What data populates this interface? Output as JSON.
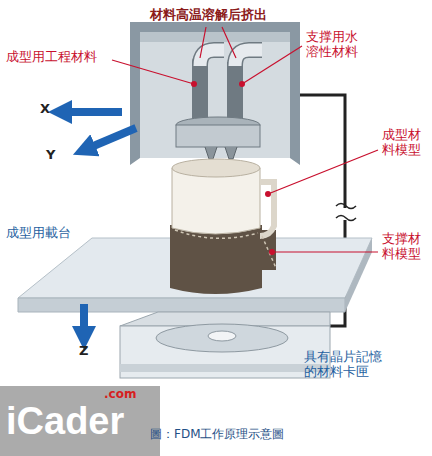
{
  "diagram": {
    "caption": "圖：FDM工作原理示意圖",
    "labels": [
      "材料高温溶解后挤出",
      "成型用工程材料",
      "支撑用水溶性材料",
      "X",
      "Y",
      "成型材料模型",
      "成型用載台",
      "支撑材料模型",
      "Z",
      "具有晶片記憶的材料卡匣",
      "iCader",
      ".com"
    ]
  }
}
